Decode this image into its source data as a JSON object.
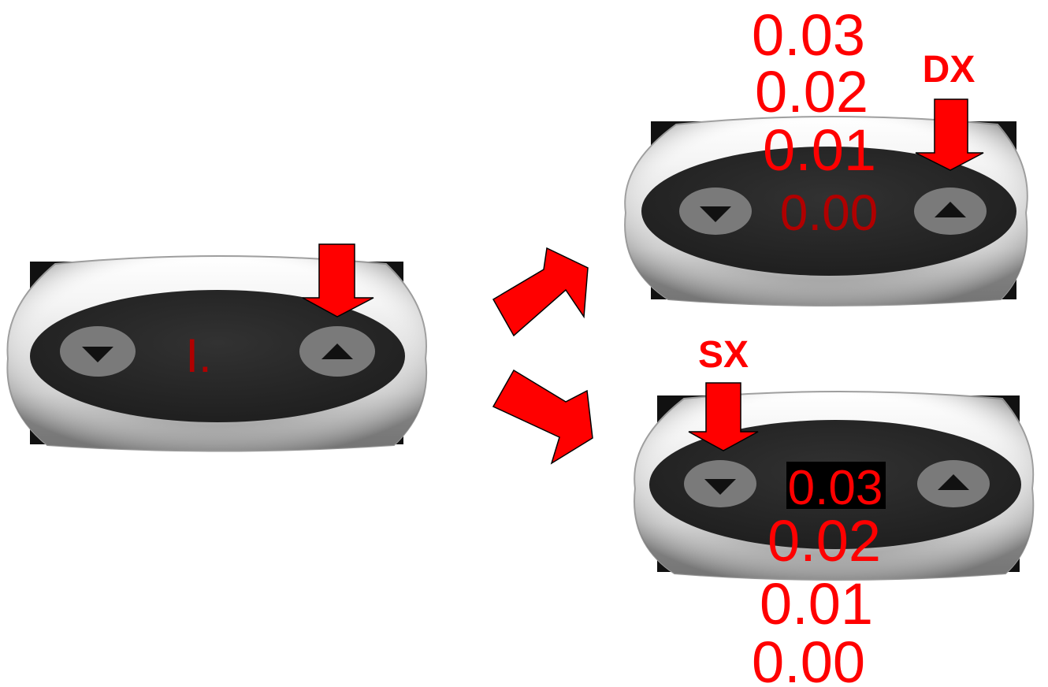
{
  "colors": {
    "accent": "#ff0000",
    "lcd_text": "#b00000",
    "lcd_background": "#2a2a2a",
    "button": "#7a7a7a",
    "button_glyph": "#111111",
    "housing": "#e8e8e8"
  },
  "left_device": {
    "display_text": "I.",
    "left_button_icon": "down-triangle-icon",
    "right_button_icon": "up-triangle-icon"
  },
  "top_device": {
    "display_text": "0.00",
    "label": "DX",
    "sequence": [
      "0.03",
      "0.02",
      "0.01"
    ]
  },
  "bottom_device": {
    "display_text": "0.03",
    "label": "SX",
    "sequence": [
      "0.02",
      "0.01",
      "0.00"
    ]
  }
}
